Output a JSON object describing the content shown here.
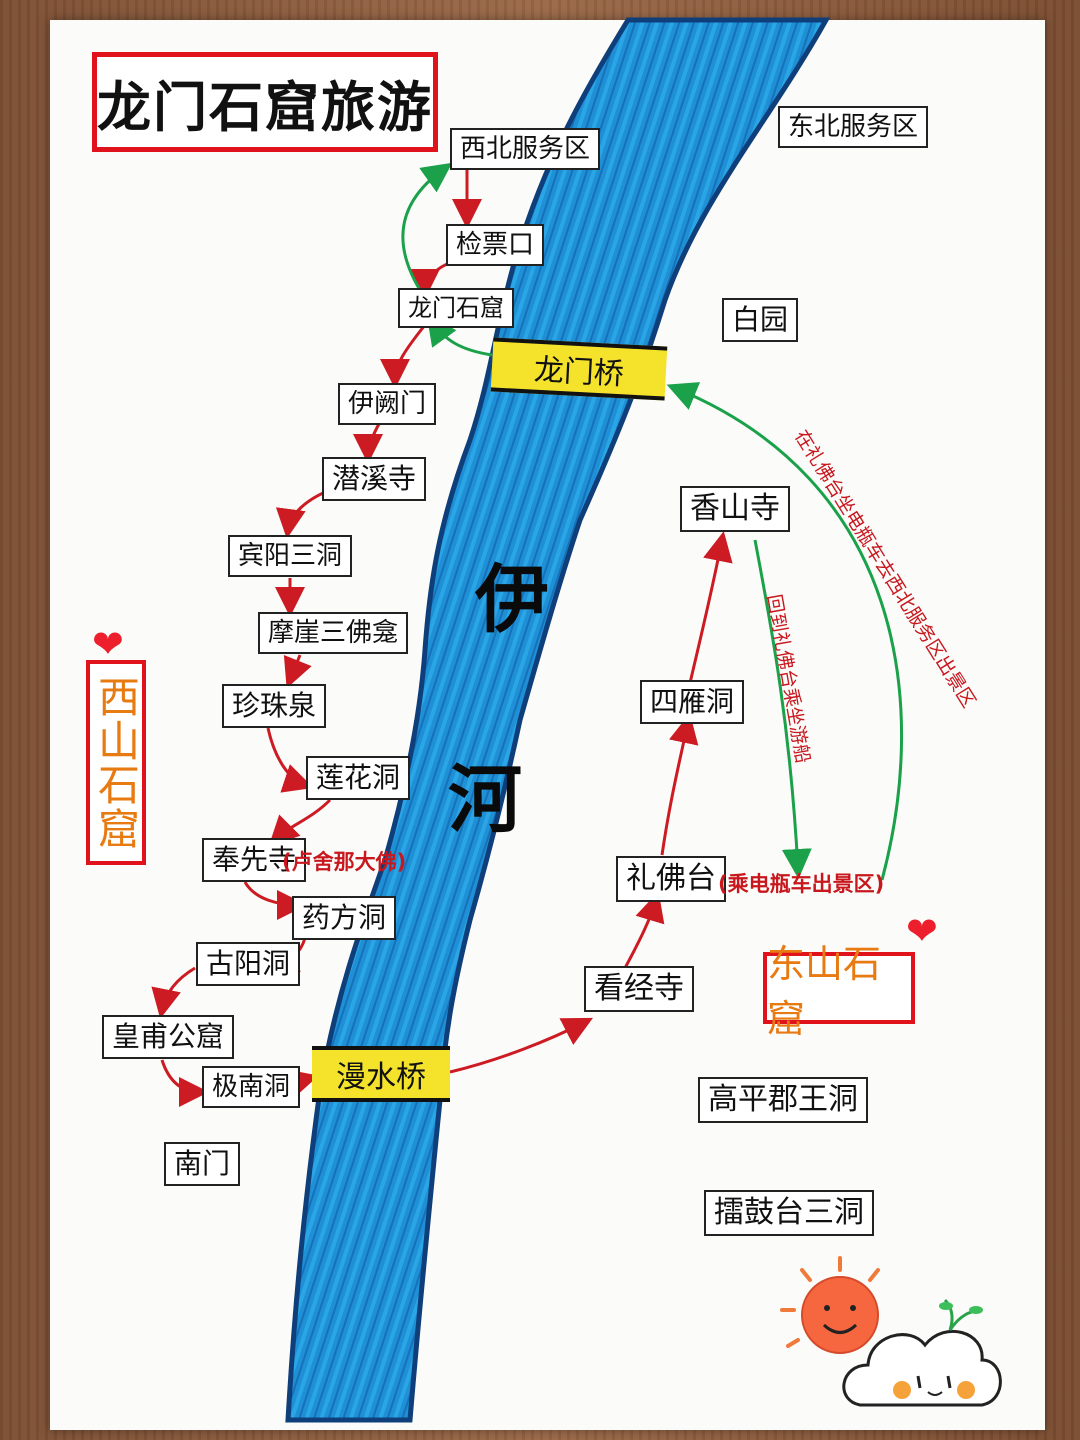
{
  "title": "龙门石窟旅游",
  "river": {
    "char1": "伊",
    "char2": "河",
    "color": "#1f8fd6",
    "edge": "#0e3f7a"
  },
  "bridges": {
    "north": "龙门桥",
    "south": "漫水桥"
  },
  "regions": {
    "west": "西山石窟",
    "east": "东山石窟"
  },
  "west_spots": {
    "northwest_service": "西北服务区",
    "ticket": "检票口",
    "longmen_gate": "龙门石窟",
    "yique_gate": "伊阙门",
    "qianxi": "潜溪寺",
    "binyang": "宾阳三洞",
    "moya": "摩崖三佛龛",
    "zhenzhu": "珍珠泉",
    "lianhua": "莲花洞",
    "fengxian": "奉先寺",
    "yaofang": "药方洞",
    "guyang": "古阳洞",
    "huangfu": "皇甫公窟",
    "jinan": "极南洞",
    "south_gate": "南门"
  },
  "east_spots": {
    "northeast_service": "东北服务区",
    "garden": "白园",
    "xiangshan": "香山寺",
    "siyan": "四雁洞",
    "lifo": "礼佛台",
    "kanjing": "看经寺",
    "gaoping": "高平郡王洞",
    "leigu": "擂鼓台三洞"
  },
  "notes": {
    "fengxian_note": "(卢舍那大佛)",
    "lifo_note": "(乘电瓶车出景区)",
    "return_note": "回到礼佛台乘坐游船",
    "cart_note": "在礼佛台坐电瓶车去西北服务区出景区"
  },
  "colors": {
    "route": "#cc1b22",
    "exit": "#1aa14a",
    "frame": "#e0121b",
    "bridge": "#f5e32b",
    "region_text": "#e87a12"
  }
}
